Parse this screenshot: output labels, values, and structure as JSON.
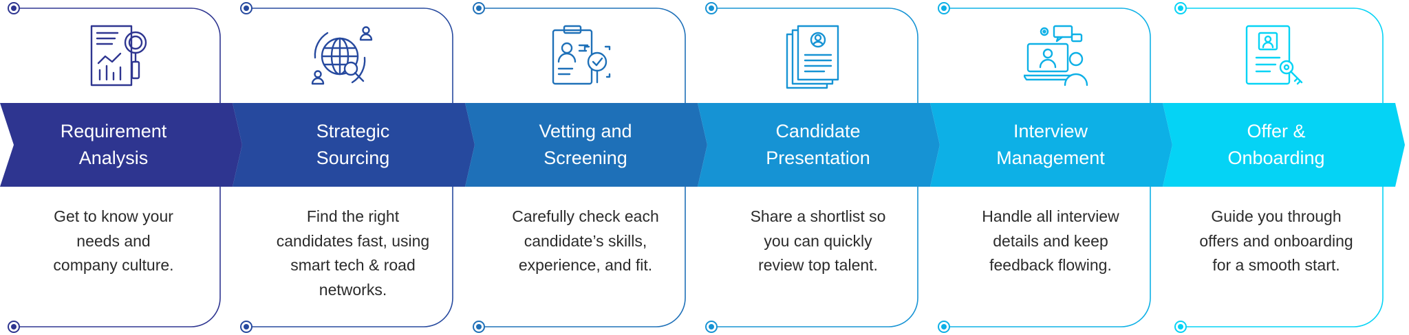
{
  "steps": [
    {
      "title_l1": "Requirement",
      "title_l2": "Analysis",
      "desc": [
        "Get to know your",
        "needs and",
        "company culture.",
        ""
      ],
      "color": "#2e3590",
      "icon": "analysis-report-icon"
    },
    {
      "title_l1": "Strategic",
      "title_l2": "Sourcing",
      "desc": [
        "Find the right",
        "candidates fast, using",
        "smart tech & road",
        "networks."
      ],
      "color": "#26499e",
      "icon": "global-sourcing-icon"
    },
    {
      "title_l1": "Vetting and",
      "title_l2": "Screening",
      "desc": [
        "Carefully check each",
        "candidate’s skills,",
        "experience, and fit.",
        ""
      ],
      "color": "#1e70b8",
      "icon": "screening-clipboard-icon"
    },
    {
      "title_l1": "Candidate",
      "title_l2": "Presentation",
      "desc": [
        "Share a shortlist so",
        "you can quickly",
        "review top talent.",
        ""
      ],
      "color": "#1693d4",
      "icon": "resume-stack-icon"
    },
    {
      "title_l1": "Interview",
      "title_l2": "Management",
      "desc": [
        "Handle all interview",
        "details and keep",
        "feedback flowing.",
        ""
      ],
      "color": "#0db0e6",
      "icon": "video-interview-icon"
    },
    {
      "title_l1": "Offer &",
      "title_l2": "Onboarding",
      "desc": [
        "Guide you through",
        "offers and onboarding",
        "for a smooth start.",
        ""
      ],
      "color": "#05d3f5",
      "icon": "offer-document-icon"
    }
  ]
}
